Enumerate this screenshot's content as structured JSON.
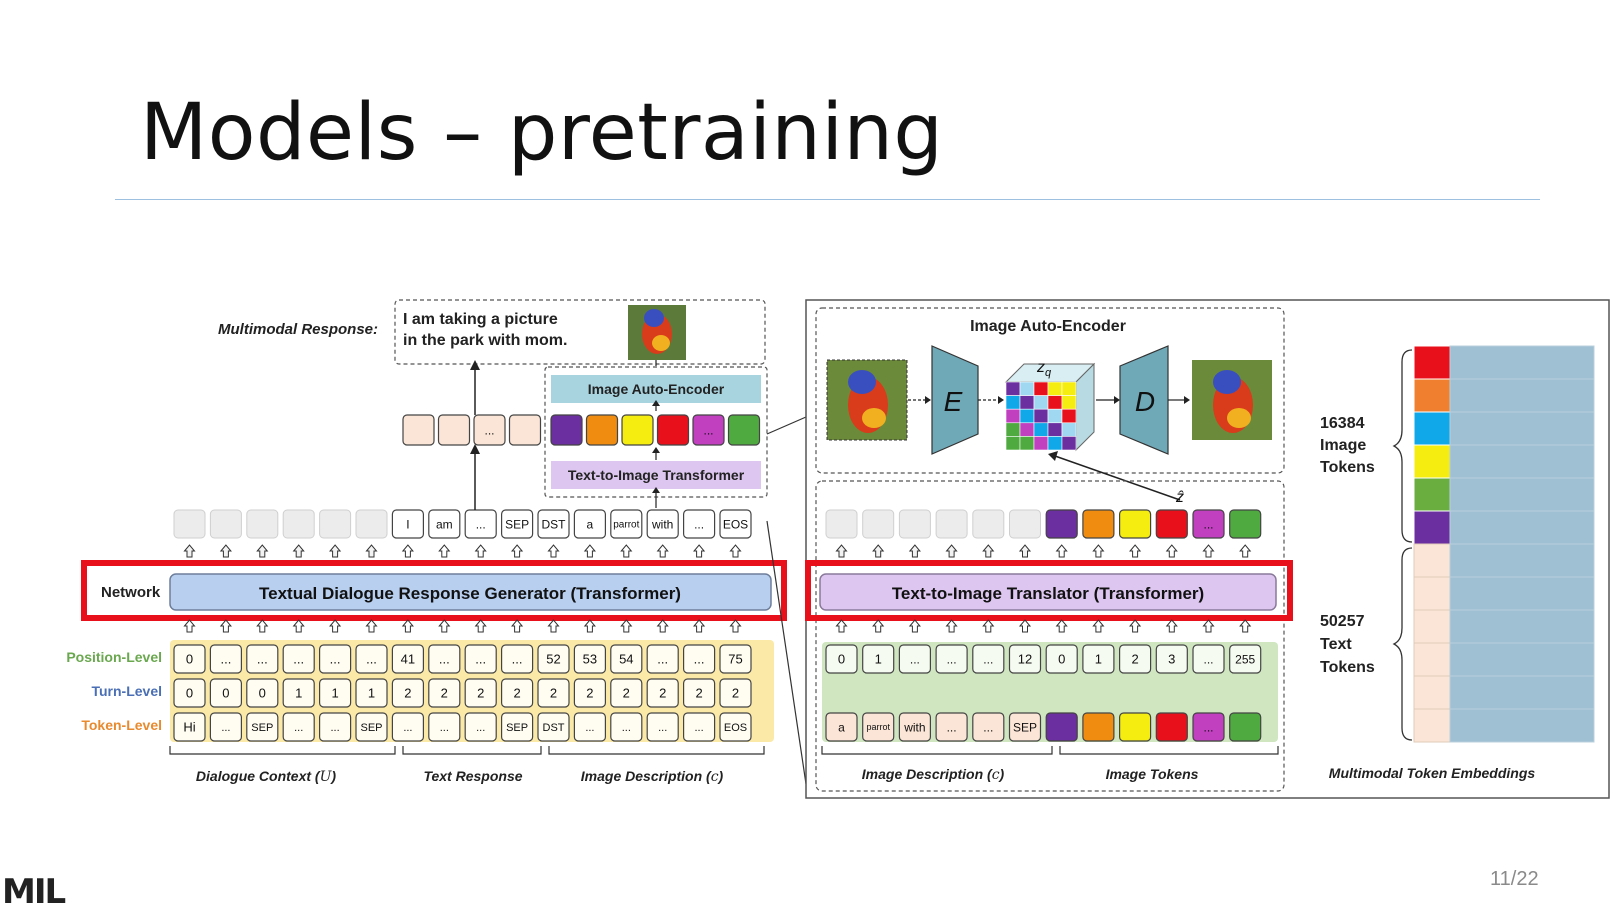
{
  "slide": {
    "title": "Models – pretraining",
    "page": "11/22",
    "logo": "MIL"
  },
  "colors": {
    "img_tokens": [
      "#6b2fa0",
      "#f08c10",
      "#f5ec10",
      "#e8101a",
      "#c040c0",
      "#4faa40"
    ],
    "embed_img": [
      "#e8101a",
      "#f08030",
      "#10a8e8",
      "#f5ec10",
      "#6aae40",
      "#6b2fa0"
    ],
    "network_left": "#b8cff0",
    "network_right": "#ddc6f0",
    "highlight": "#e8101a",
    "level_bg": "#fbe9a8",
    "text_token_bg": "#fbe5d6"
  },
  "left": {
    "multimodal_response_label": "Multimodal Response:",
    "response_line1": "I am taking a picture",
    "response_line2": "in the park with mom.",
    "image_autoencoder": "Image Auto-Encoder",
    "text_to_image_transformer": "Text-to-Image Transformer",
    "network_label": "Network",
    "network_name": "Textual Dialogue Response Generator (Transformer)",
    "output_placeholder_dots": "...",
    "output_tokens": [
      "I",
      "am",
      "...",
      "SEP",
      "DST",
      "a",
      "parrot",
      "with",
      "...",
      "EOS"
    ],
    "level_labels": {
      "position": "Position-Level",
      "turn": "Turn-Level",
      "token": "Token-Level"
    },
    "position_row": [
      "0",
      "...",
      "...",
      "...",
      "...",
      "...",
      "41",
      "...",
      "...",
      "...",
      "52",
      "53",
      "54",
      "...",
      "...",
      "75"
    ],
    "turn_row": [
      "0",
      "0",
      "0",
      "1",
      "1",
      "1",
      "2",
      "2",
      "2",
      "2",
      "2",
      "2",
      "2",
      "2",
      "2",
      "2"
    ],
    "token_row": [
      "Hi",
      "...",
      "SEP",
      "...",
      "...",
      "SEP",
      "...",
      "...",
      "...",
      "SEP",
      "DST",
      "...",
      "...",
      "...",
      "...",
      "EOS"
    ],
    "group_dialogue": "Dialogue  Context (",
    "group_dialogue_var": "U",
    "group_text": "Text  Response",
    "group_image": "Image  Description (",
    "group_image_var": "c"
  },
  "right": {
    "image_autoencoder": "Image Auto-Encoder",
    "encoder": "E",
    "decoder": "D",
    "codebook": "z",
    "codebook_sub": "q",
    "z_hat": "ẑ",
    "network_name": "Text-to-Image Translator (Transformer)",
    "position_row": [
      "0",
      "1",
      "...",
      "...",
      "...",
      "12",
      "0",
      "1",
      "2",
      "3",
      "...",
      "255"
    ],
    "text_tokens": [
      "a",
      "parrot",
      "with",
      "...",
      "...",
      "SEP"
    ],
    "img_token_dots": "...",
    "group_image_desc": "Image  Description (",
    "group_image_desc_var": "c",
    "group_image_tokens": "Image Tokens"
  },
  "embeddings": {
    "image_count": "16384",
    "image_word1": "Image",
    "image_word2": "Tokens",
    "text_count": "50257",
    "text_word1": "Text",
    "text_word2": "Tokens",
    "label": "Multimodal  Token  Embeddings"
  }
}
